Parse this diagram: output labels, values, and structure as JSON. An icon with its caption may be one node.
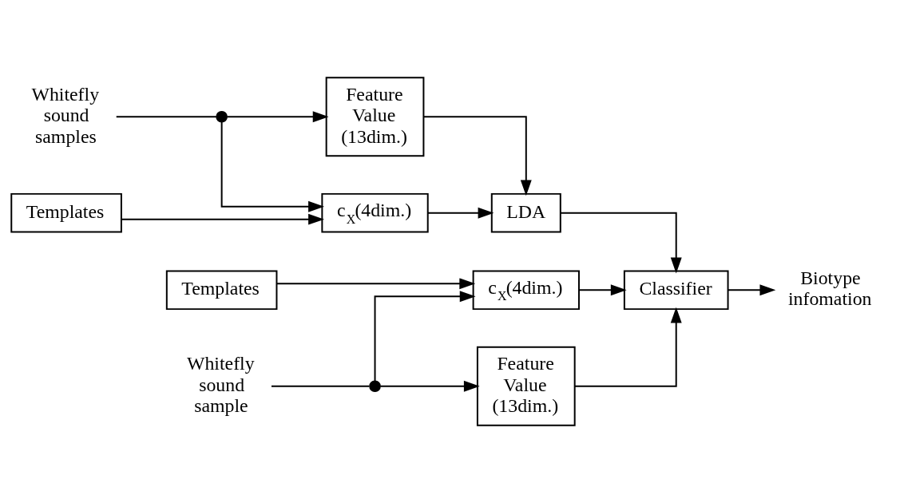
{
  "diagram": {
    "nodes": [
      {
        "text": [
          "Whitefly sound samples"
        ]
      },
      {
        "text": [],
        "shape": "circle"
      },
      {
        "text": [
          "Feature Value (13dim.)"
        ]
      },
      {
        "text": [
          "c$_{X}$(4dim.)"
        ]
      },
      {
        "text": [
          "Templates"
        ]
      },
      {
        "text": [
          "LDA"
        ]
      },
      {
        "text": [
          "Whitefly sound sample"
        ]
      },
      {
        "text": [],
        "shape": "circle"
      },
      {
        "text": [
          "Feature Value (13dim.)"
        ]
      },
      {
        "text": [
          "c$_{X}$(4dim.)"
        ]
      },
      {
        "text": [
          "Templates"
        ]
      },
      {
        "text": [
          "Classifier"
        ]
      },
      {
        "text": [
          "Biotype infomation"
        ]
      }
    ],
    "edges": [
      {
        "from": 0,
        "to": 1,
        "arrow": "none"
      },
      {
        "from": 1,
        "to": 2,
        "arrow": "to"
      },
      {
        "from": 1,
        "to": 3,
        "arrow": "to"
      },
      {
        "from": 4,
        "to": 3,
        "arrow": "to"
      },
      {
        "from": 2,
        "to": 5,
        "arrow": "to"
      },
      {
        "from": 3,
        "to": 5,
        "arrow": "to"
      },
      {
        "from": 5,
        "to": 11,
        "arrow": "to"
      },
      {
        "from": 6,
        "to": 7,
        "arrow": "none"
      },
      {
        "from": 7,
        "to": 8,
        "arrow": "to"
      },
      {
        "from": 7,
        "to": 9,
        "arrow": "to"
      },
      {
        "from": 10,
        "to": 9,
        "arrow": "to"
      },
      {
        "from": 8,
        "to": 11,
        "arrow": "to"
      },
      {
        "from": 9,
        "to": 11,
        "arrow": "to"
      },
      {
        "from": 11,
        "to": 12,
        "arrow": "to"
      }
    ]
  }
}
